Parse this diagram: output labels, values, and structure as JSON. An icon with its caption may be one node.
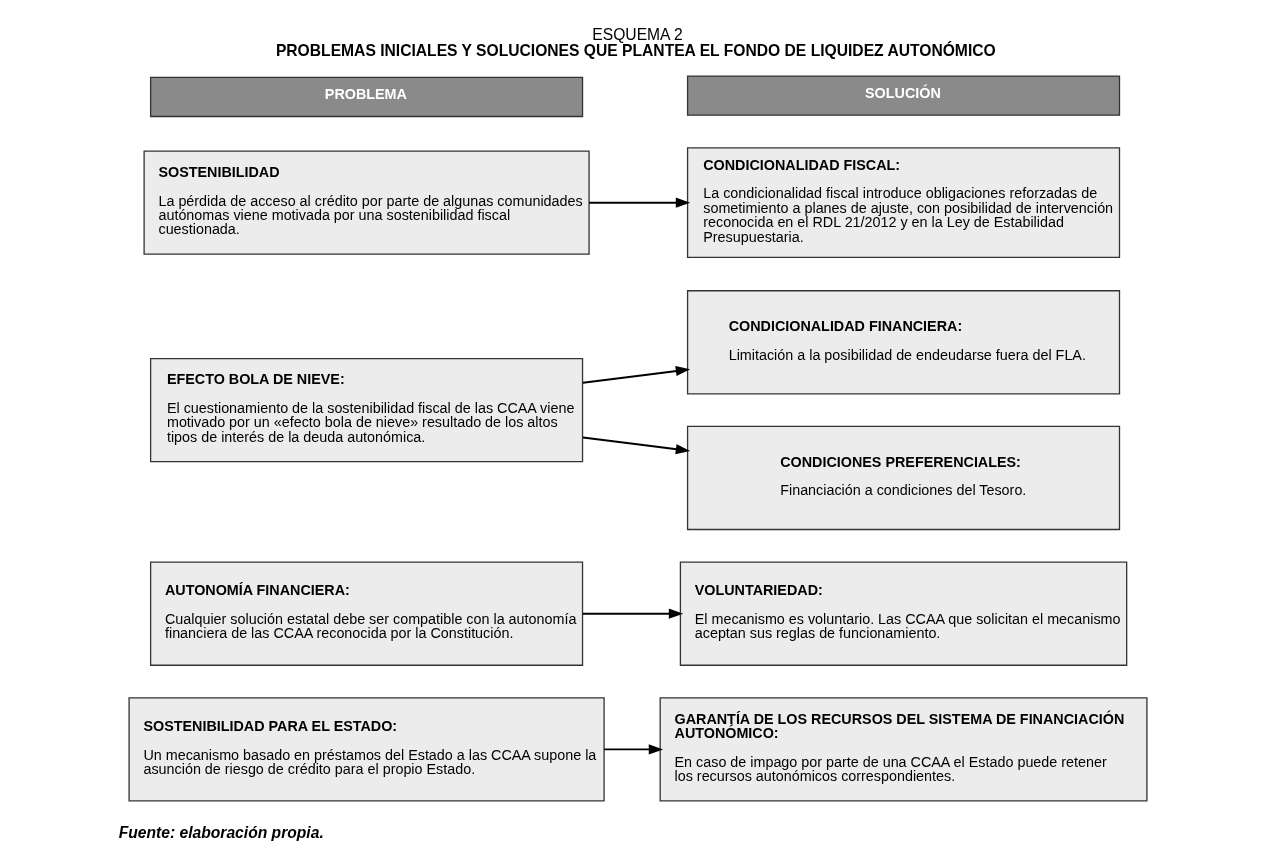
{
  "diagram": {
    "title": "ESQUEMA 2",
    "caption": "Fuente: elaboración propia.",
    "labels": [
      "PROBLEMAS INICIALES Y SOLUCIONES QUE PLANTEA EL FONDO DE LIQUIDEZ AUTONÓMICO"
    ],
    "nodes": [
      {
        "text": [
          "PROBLEMA"
        ]
      },
      {
        "text": [
          "SOLUCIÓN"
        ]
      },
      {
        "text": [
          "SOSTENIBILIDAD",
          "La pérdida de acceso al crédito por parte de algunas comunidades autónomas viene motivada por una sostenibilidad fiscal cuestionada."
        ]
      },
      {
        "text": [
          "CONDICIONALIDAD FISCAL:",
          "La condicionalidad fiscal introduce obligaciones reforzadas de sometimiento a planes de ajuste, con posibilidad de intervención reconocida en el RDL 21/2012 y en la Ley de Estabilidad Presupuestaria."
        ]
      },
      {
        "text": [
          "EFECTO BOLA DE NIEVE:",
          "El cuestionamiento de la sostenibilidad fiscal de las CCAA viene motivado por un «efecto bola de nieve» resultado de los altos tipos de interés de la deuda autonómica."
        ]
      },
      {
        "text": [
          "CONDICIONALIDAD FINANCIERA:",
          "Limitación a la posibilidad de endeudarse fuera del FLA."
        ]
      },
      {
        "text": [
          "CONDICIONES PREFERENCIALES:",
          "Financiación a condiciones del Tesoro."
        ]
      },
      {
        "text": [
          "AUTONOMÍA FINANCIERA:",
          "Cualquier solución estatal debe ser compatible con la autonomía financiera de las CCAA reconocida por la Constitución."
        ]
      },
      {
        "text": [
          "VOLUNTARIEDAD:",
          "El mecanismo es voluntario. Las CCAA que solicitan el mecanismo aceptan sus reglas de funcionamiento."
        ]
      },
      {
        "text": [
          "SOSTENIBILIDAD PARA EL ESTADO:",
          "Un mecanismo basado en préstamos del Estado a las CCAA supone la asunción de riesgo de crédito para el propio Estado."
        ]
      },
      {
        "text": [
          "GARANTÍA DE LOS RECURSOS DEL SISTEMA DE FINANCIACIÓN AUTONÓMICO:",
          "En caso de impago por parte de una CCAA el Estado puede retener los recursos autonómicos correspondientes."
        ]
      }
    ],
    "edges": [
      {
        "from": 2,
        "to": 3,
        "arrow": "to"
      },
      {
        "from": 4,
        "to": 5,
        "arrow": "to"
      },
      {
        "from": 4,
        "to": 6,
        "arrow": "to"
      },
      {
        "from": 7,
        "to": 8,
        "arrow": "to"
      },
      {
        "from": 9,
        "to": 10,
        "arrow": "to"
      }
    ]
  }
}
